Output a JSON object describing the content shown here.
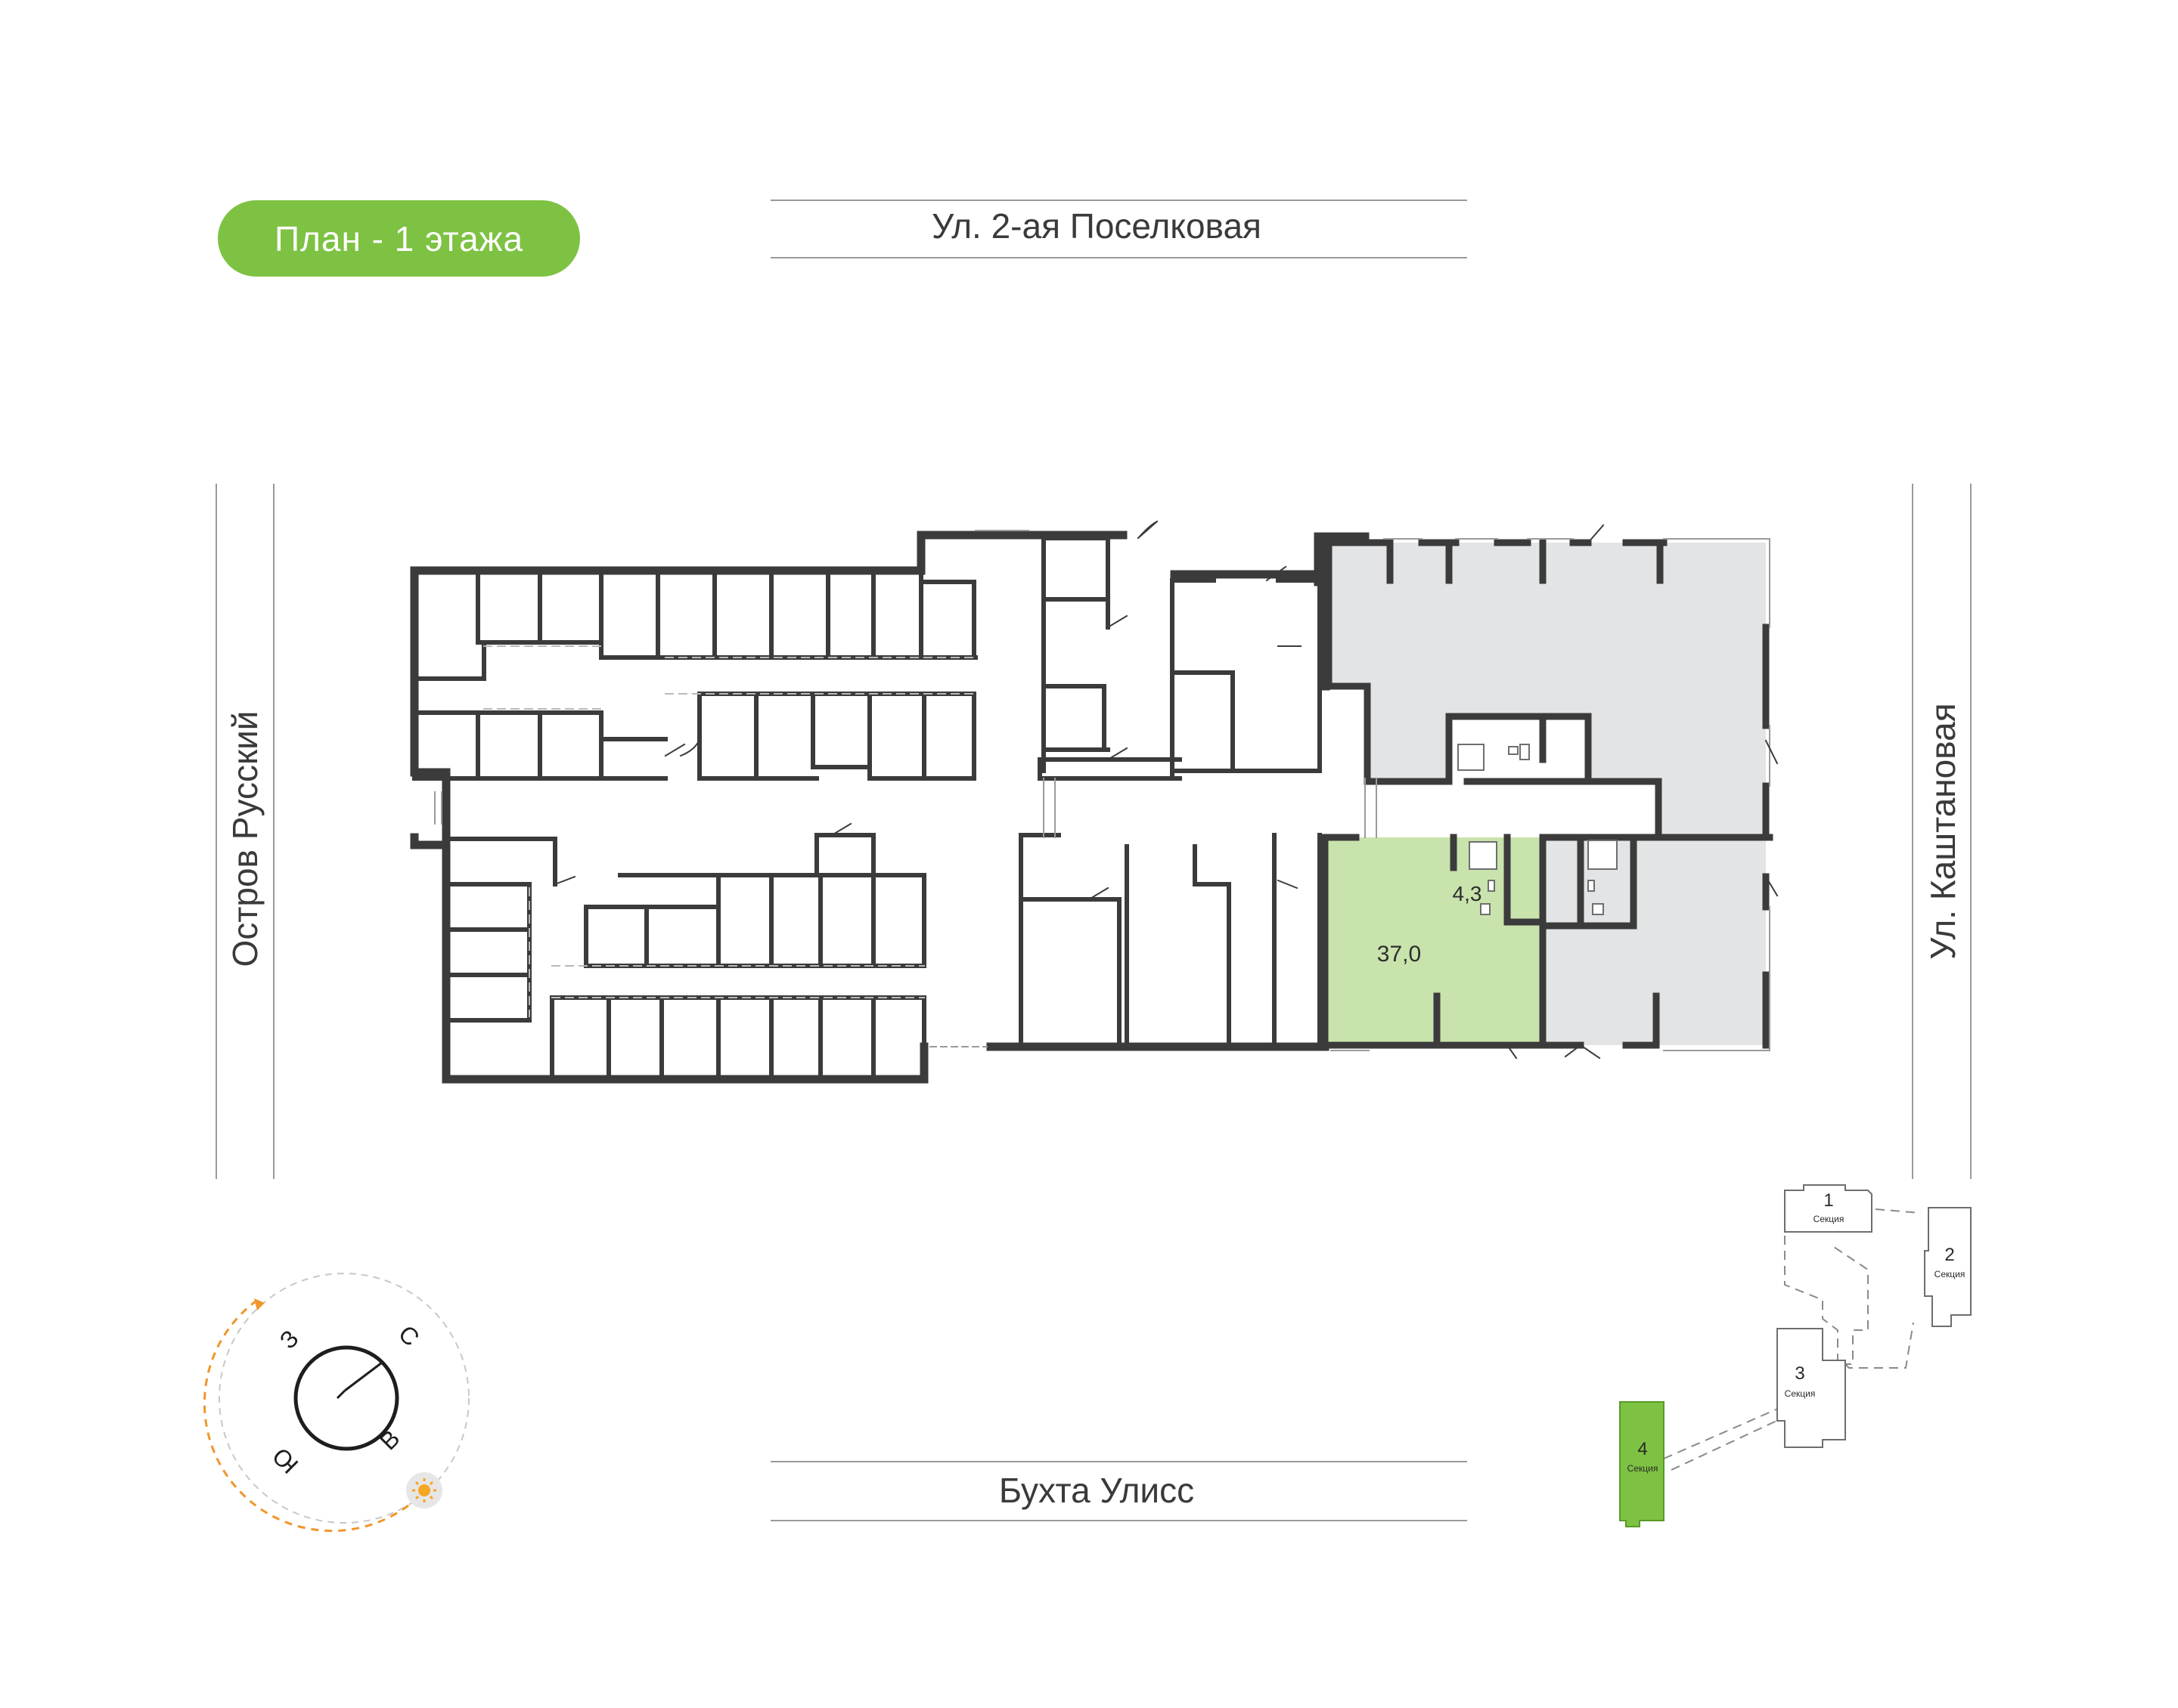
{
  "plan_title": "План - 1 этажа",
  "streets": {
    "north": "Ул. 2-ая Поселковая",
    "south": "Бухта Улисс",
    "west": "Остров Русский",
    "east": "Ул. Каштановая"
  },
  "units": {
    "selected_area": "37,0",
    "bath_area": "4,3"
  },
  "compass": {
    "west": "З",
    "north": "С",
    "south": "Ю",
    "east": "В"
  },
  "sections": [
    {
      "number": "1",
      "label": "Секция"
    },
    {
      "number": "2",
      "label": "Секция"
    },
    {
      "number": "3",
      "label": "Секция"
    },
    {
      "number": "4",
      "label": "Секция",
      "selected": true
    }
  ],
  "colors": {
    "accent_green": "#7dc242",
    "unit_fill": "#c8e3ac",
    "neighbor_fill": "#e3e4e6",
    "wall": "#3b3b3c",
    "sun": "#f5a623",
    "orbit": "#f0962a"
  },
  "icons": [
    "sun-icon",
    "orbit-arrow-icon",
    "compass-needle-icon"
  ]
}
